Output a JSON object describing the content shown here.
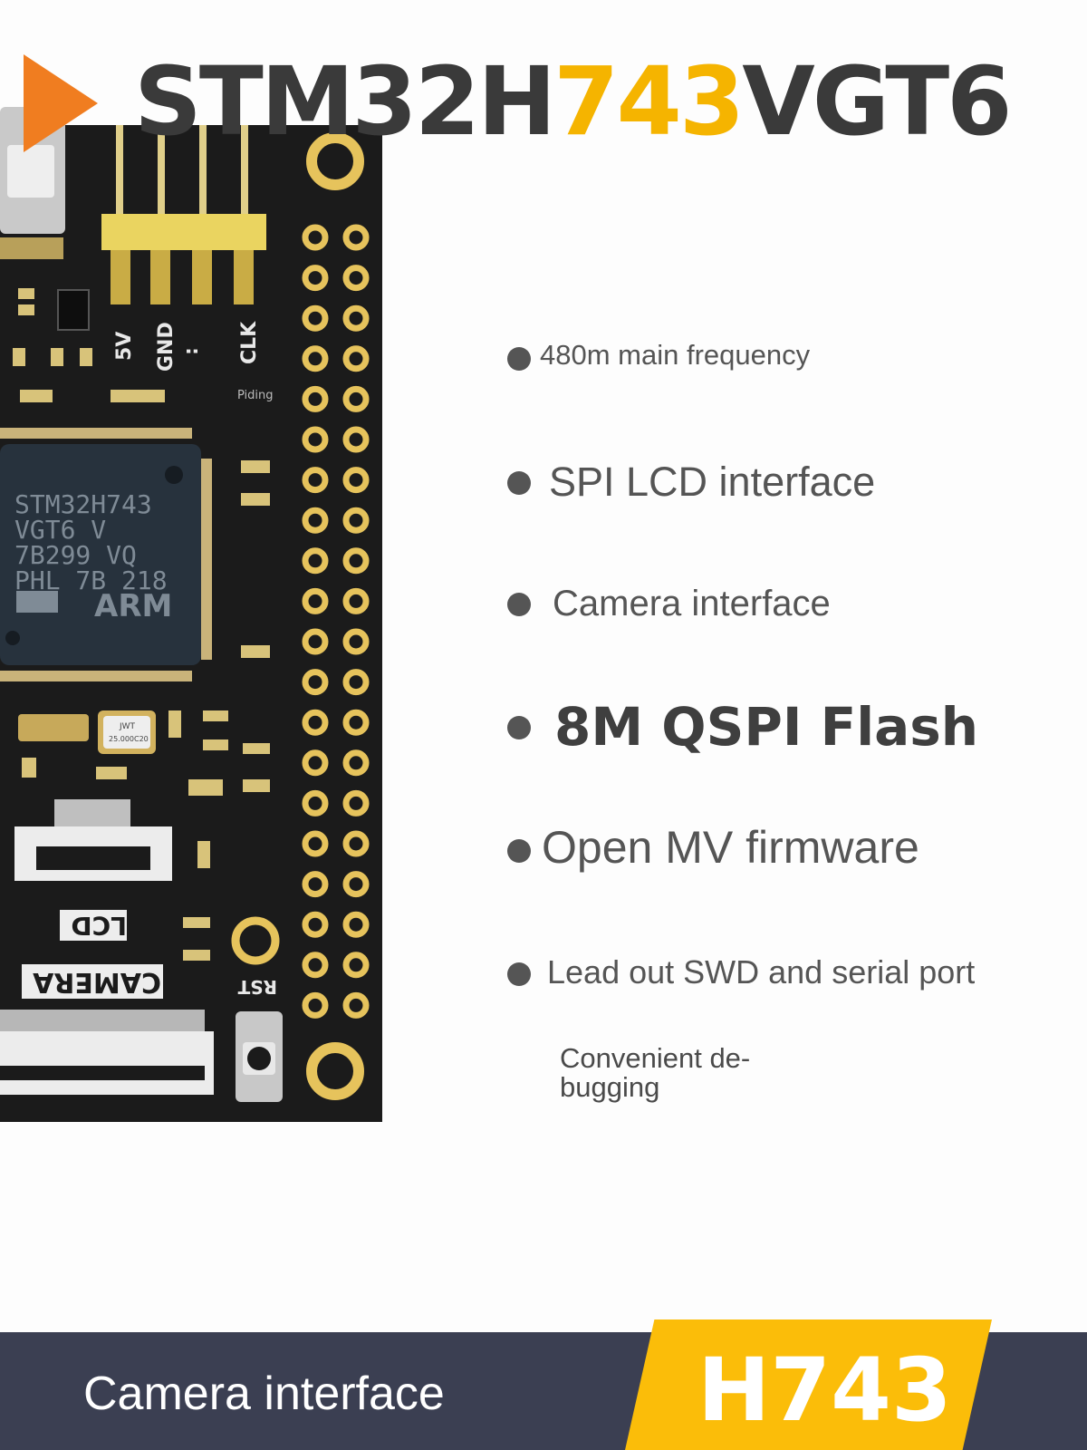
{
  "title": {
    "prefix": "STM32H",
    "highlight": "743",
    "suffix": "VGT6"
  },
  "board": {
    "pin_labels": [
      "5V",
      "GND",
      ":",
      "CLK"
    ],
    "brand_small": "Piding",
    "chip_lines": [
      "STM32H743",
      "VGT6        V",
      "7B299 VQ",
      "PHL  7B 218"
    ],
    "chip_logo": "ARM",
    "crystal_label": "JWT",
    "crystal_freq": "25.000C20",
    "lcd_label": "LCD",
    "camera_label": "CAMERA",
    "rst_label": "RST"
  },
  "features": [
    "480m main frequency",
    "SPI LCD interface",
    "Camera interface",
    "8M QSPI Flash",
    "Open MV firmware",
    "Lead out SWD and serial port"
  ],
  "note": "Convenient de-bugging",
  "footer": {
    "label": "Camera interface",
    "badge": "H743"
  },
  "colors": {
    "accent": "#f5b400",
    "board": "#1b1b1b",
    "gold": "#e6c35c",
    "footer_bg": "#3b3f52",
    "badge_bg": "#fbbd09"
  }
}
